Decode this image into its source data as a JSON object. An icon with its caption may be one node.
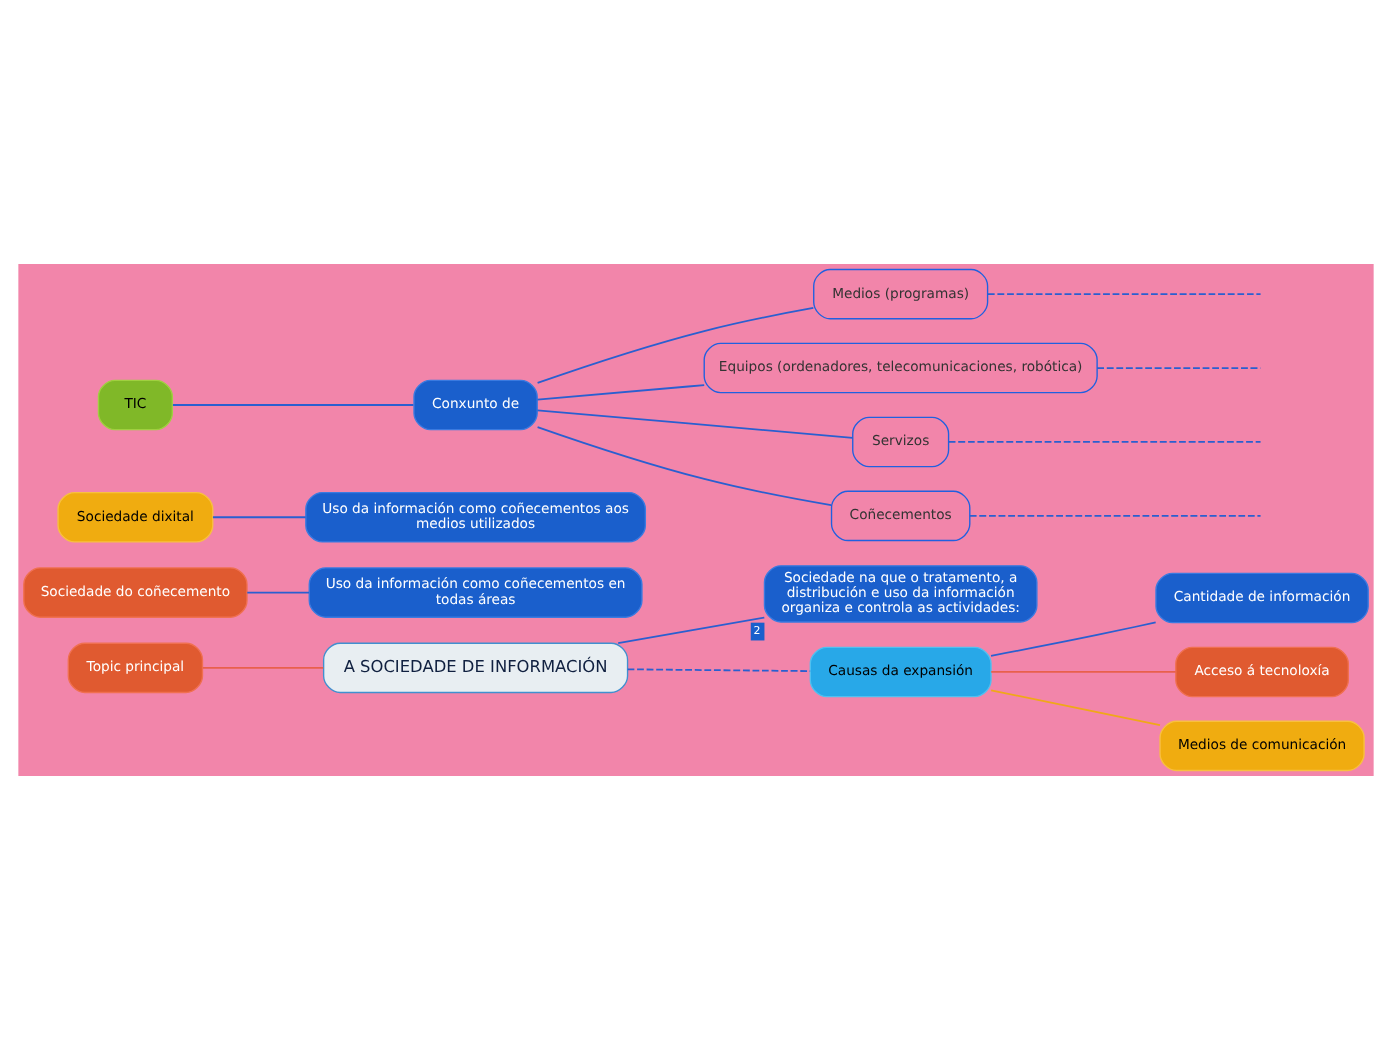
{
  "diagram": {
    "nodes": [
      {
        "text": [
          "A SOCIEDADE DE INFORMACIÓN"
        ]
      },
      {
        "text": [
          "Topic principal"
        ]
      },
      {
        "text": [
          "Sociedade na que o tratamento, a distribución e uso da información organiza e controla as actividades:"
        ],
        "beside": [
          "2"
        ]
      },
      {
        "text": [
          "Sociedade do coñecemento"
        ]
      },
      {
        "text": [
          "Uso da información como coñecementos en todas áreas"
        ]
      },
      {
        "text": [
          "Sociedade dixital"
        ]
      },
      {
        "text": [
          "Uso da información como coñecementos aos medios utilizados"
        ]
      },
      {
        "text": [
          "Causas da expansión"
        ]
      },
      {
        "text": [
          "Cantidade de información"
        ]
      },
      {
        "text": [
          "Acceso á tecnoloxía"
        ]
      },
      {
        "text": [
          "Medios de comunicación"
        ]
      },
      {
        "text": [
          "TIC"
        ]
      },
      {
        "text": [
          "Conxunto de"
        ]
      },
      {
        "text": [
          "Medios (programas)"
        ]
      },
      {
        "text": [
          "Equipos (ordenadores, telecomunicaciones, robótica)"
        ]
      },
      {
        "text": [
          "Servizos"
        ]
      },
      {
        "text": [
          "Coñecementos"
        ]
      }
    ],
    "edges": [
      {
        "from": 1,
        "to": 0,
        "arrow": "none",
        "color": "#e8604c"
      },
      {
        "from": 0,
        "to": 2,
        "arrow": "none"
      },
      {
        "from": 3,
        "to": 4,
        "arrow": "none"
      },
      {
        "from": 5,
        "to": 6,
        "arrow": "none"
      },
      {
        "from": 0,
        "to": 7,
        "arrow": "none",
        "style": "dashed"
      },
      {
        "from": 7,
        "to": 8,
        "arrow": "none"
      },
      {
        "from": 7,
        "to": 9,
        "arrow": "none",
        "color": "#e8604c"
      },
      {
        "from": 7,
        "to": 10,
        "arrow": "none",
        "color": "#f0a818"
      },
      {
        "from": 11,
        "to": 12,
        "arrow": "none"
      },
      {
        "from": 12,
        "to": 13,
        "arrow": "none"
      },
      {
        "from": 12,
        "to": 14,
        "arrow": "none"
      },
      {
        "from": 12,
        "to": 15,
        "arrow": "none"
      },
      {
        "from": 12,
        "to": 16,
        "arrow": "none"
      },
      {
        "from": 13,
        "to": null,
        "arrow": "none",
        "style": "dashed"
      },
      {
        "from": 14,
        "to": null,
        "arrow": "none",
        "style": "dashed"
      },
      {
        "from": 15,
        "to": null,
        "arrow": "none",
        "style": "dashed"
      },
      {
        "from": 16,
        "to": null,
        "arrow": "none",
        "style": "dashed"
      }
    ]
  }
}
